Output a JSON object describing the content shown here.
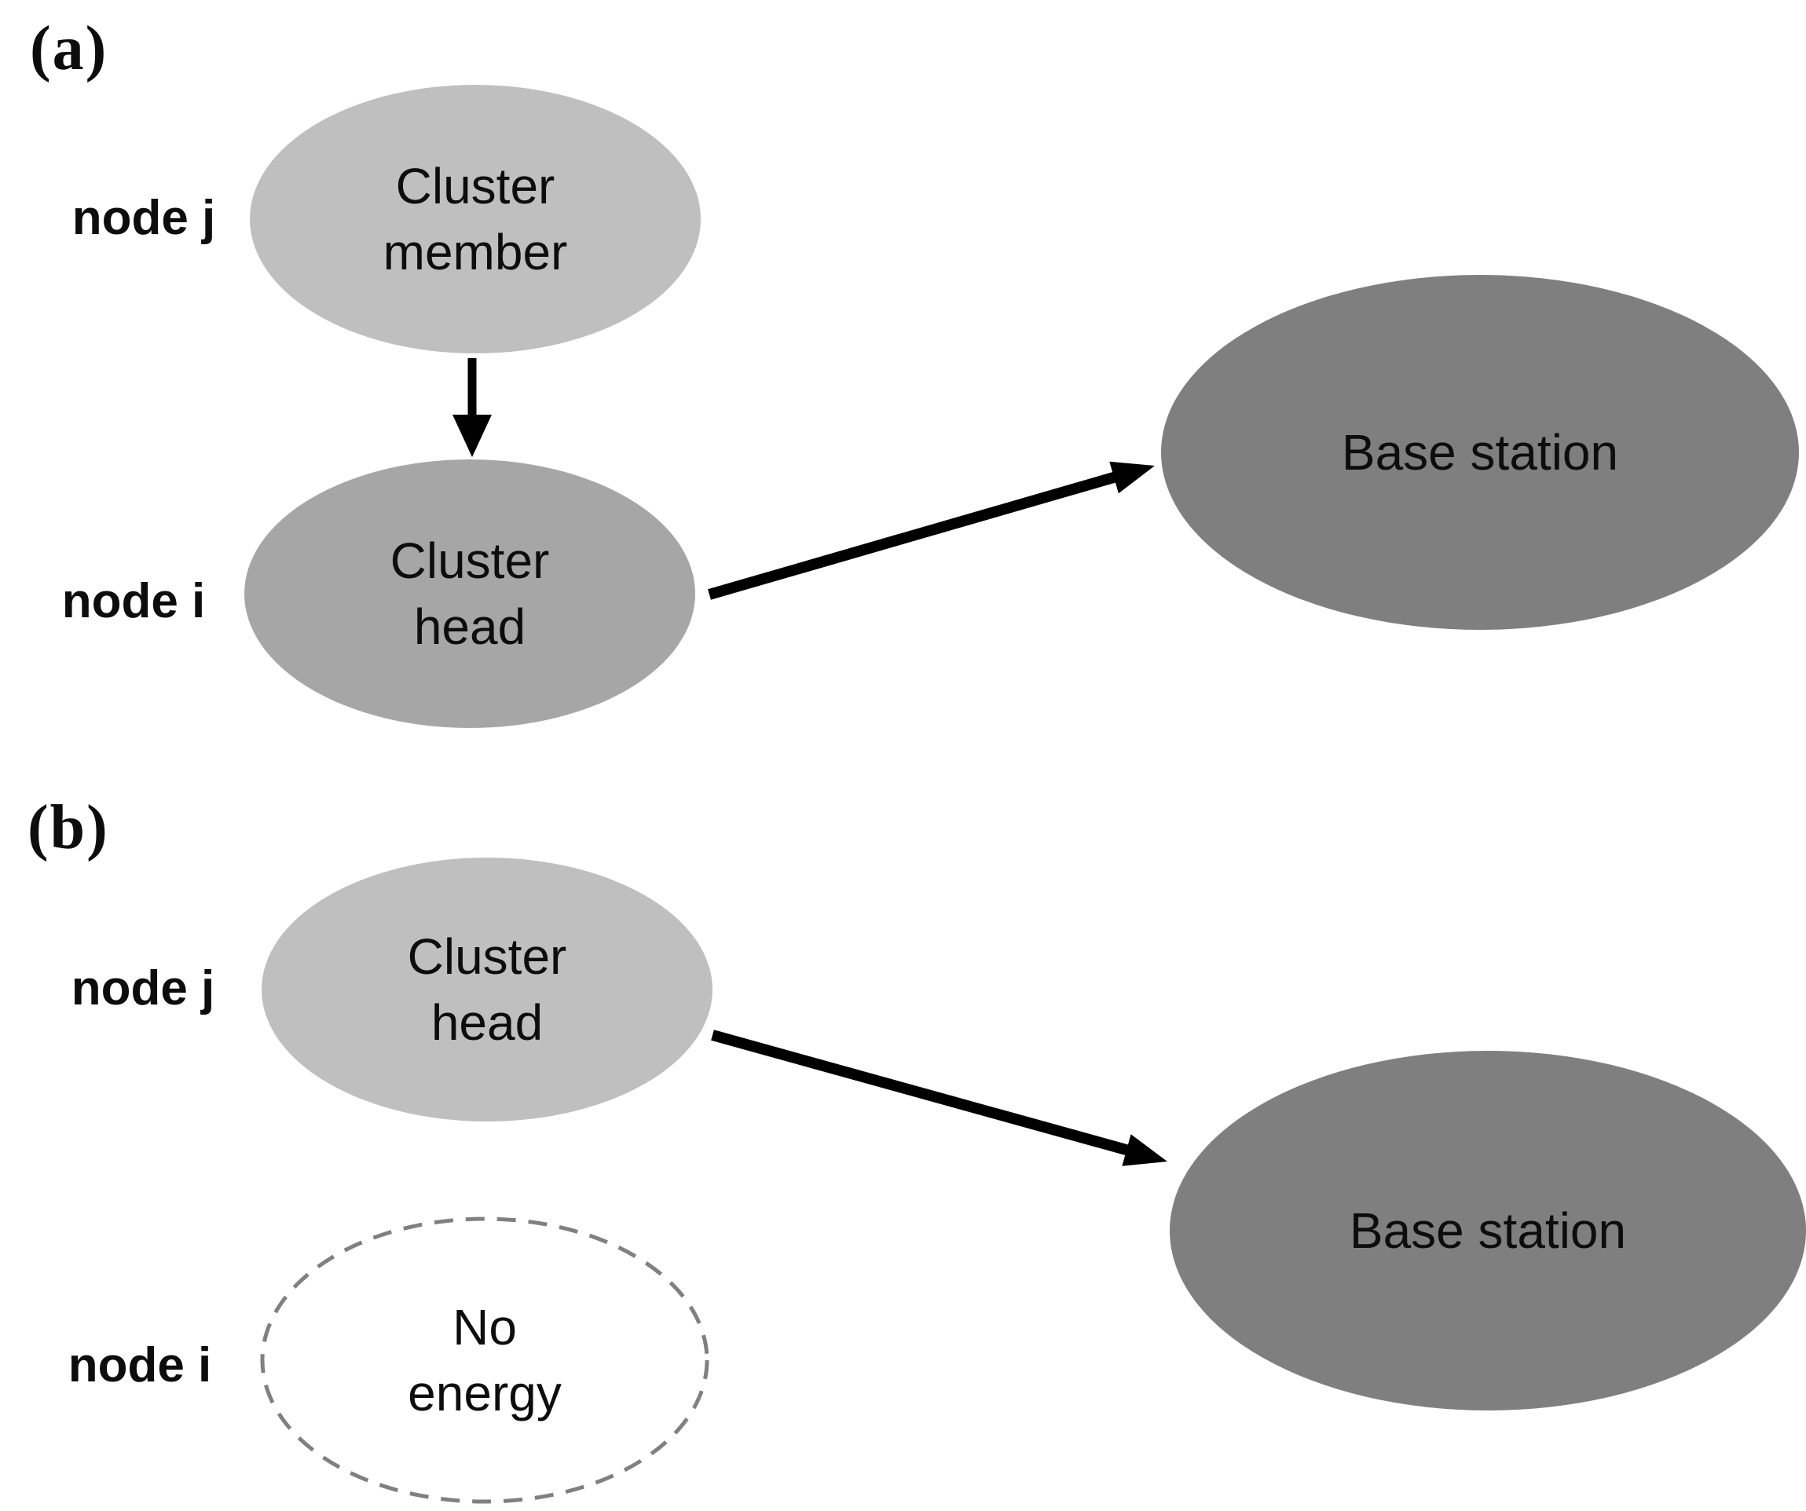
{
  "figure": {
    "background": "#ffffff",
    "colors": {
      "node_light_gray": "#bfbfbf",
      "node_medium_gray": "#a6a6a6",
      "node_dark_gray": "#7f7f7f",
      "dashed_outline_gray": "#808080",
      "arrow_black": "#000000",
      "text_black": "#0d0d0d"
    },
    "panel_a": {
      "label": "(a)",
      "node_j_label": "node j",
      "node_i_label": "node i",
      "cluster_member_label": "Cluster member",
      "cluster_head_label": "Cluster head",
      "base_station_label": "Base station"
    },
    "panel_b": {
      "label": "(b)",
      "node_j_label": "node j",
      "node_i_label": "node i",
      "cluster_head_label": "Cluster head",
      "no_energy_label": "No energy",
      "base_station_label": "Base station"
    }
  }
}
